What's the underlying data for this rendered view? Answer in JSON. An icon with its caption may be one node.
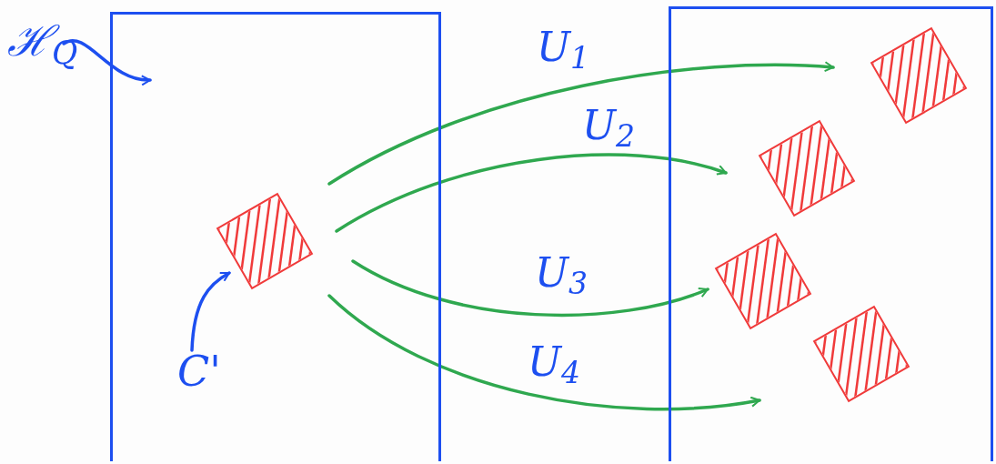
{
  "diagram": {
    "nodes": [
      {
        "text": [],
        "shape": "box"
      },
      {
        "text": [],
        "shape": "box"
      },
      {
        "text": [
          "ℋ$_{Q}$"
        ]
      },
      {
        "text": [
          "C'"
        ],
        "in": 0
      },
      {
        "text": [],
        "shape": "box",
        "in": 0
      },
      {
        "text": [],
        "shape": "box",
        "in": 1
      },
      {
        "text": [],
        "shape": "box",
        "in": 1
      },
      {
        "text": [],
        "shape": "box",
        "in": 1
      },
      {
        "text": [],
        "shape": "box",
        "in": 1
      }
    ],
    "edges": [
      {
        "from": 2,
        "to": 0,
        "arrow": "to",
        "color": "#1d4ff0"
      },
      {
        "from": 3,
        "to": 4,
        "arrow": "to",
        "color": "#1d4ff0"
      },
      {
        "from": 4,
        "to": 5,
        "arrow": "to",
        "label": "U$_{1}$"
      },
      {
        "from": 4,
        "to": 6,
        "arrow": "to",
        "label": "U$_{2}$"
      },
      {
        "from": 4,
        "to": 7,
        "arrow": "to",
        "label": "U$_{3}$"
      },
      {
        "from": 4,
        "to": 8,
        "arrow": "to",
        "label": "U$_{4}$"
      }
    ]
  }
}
